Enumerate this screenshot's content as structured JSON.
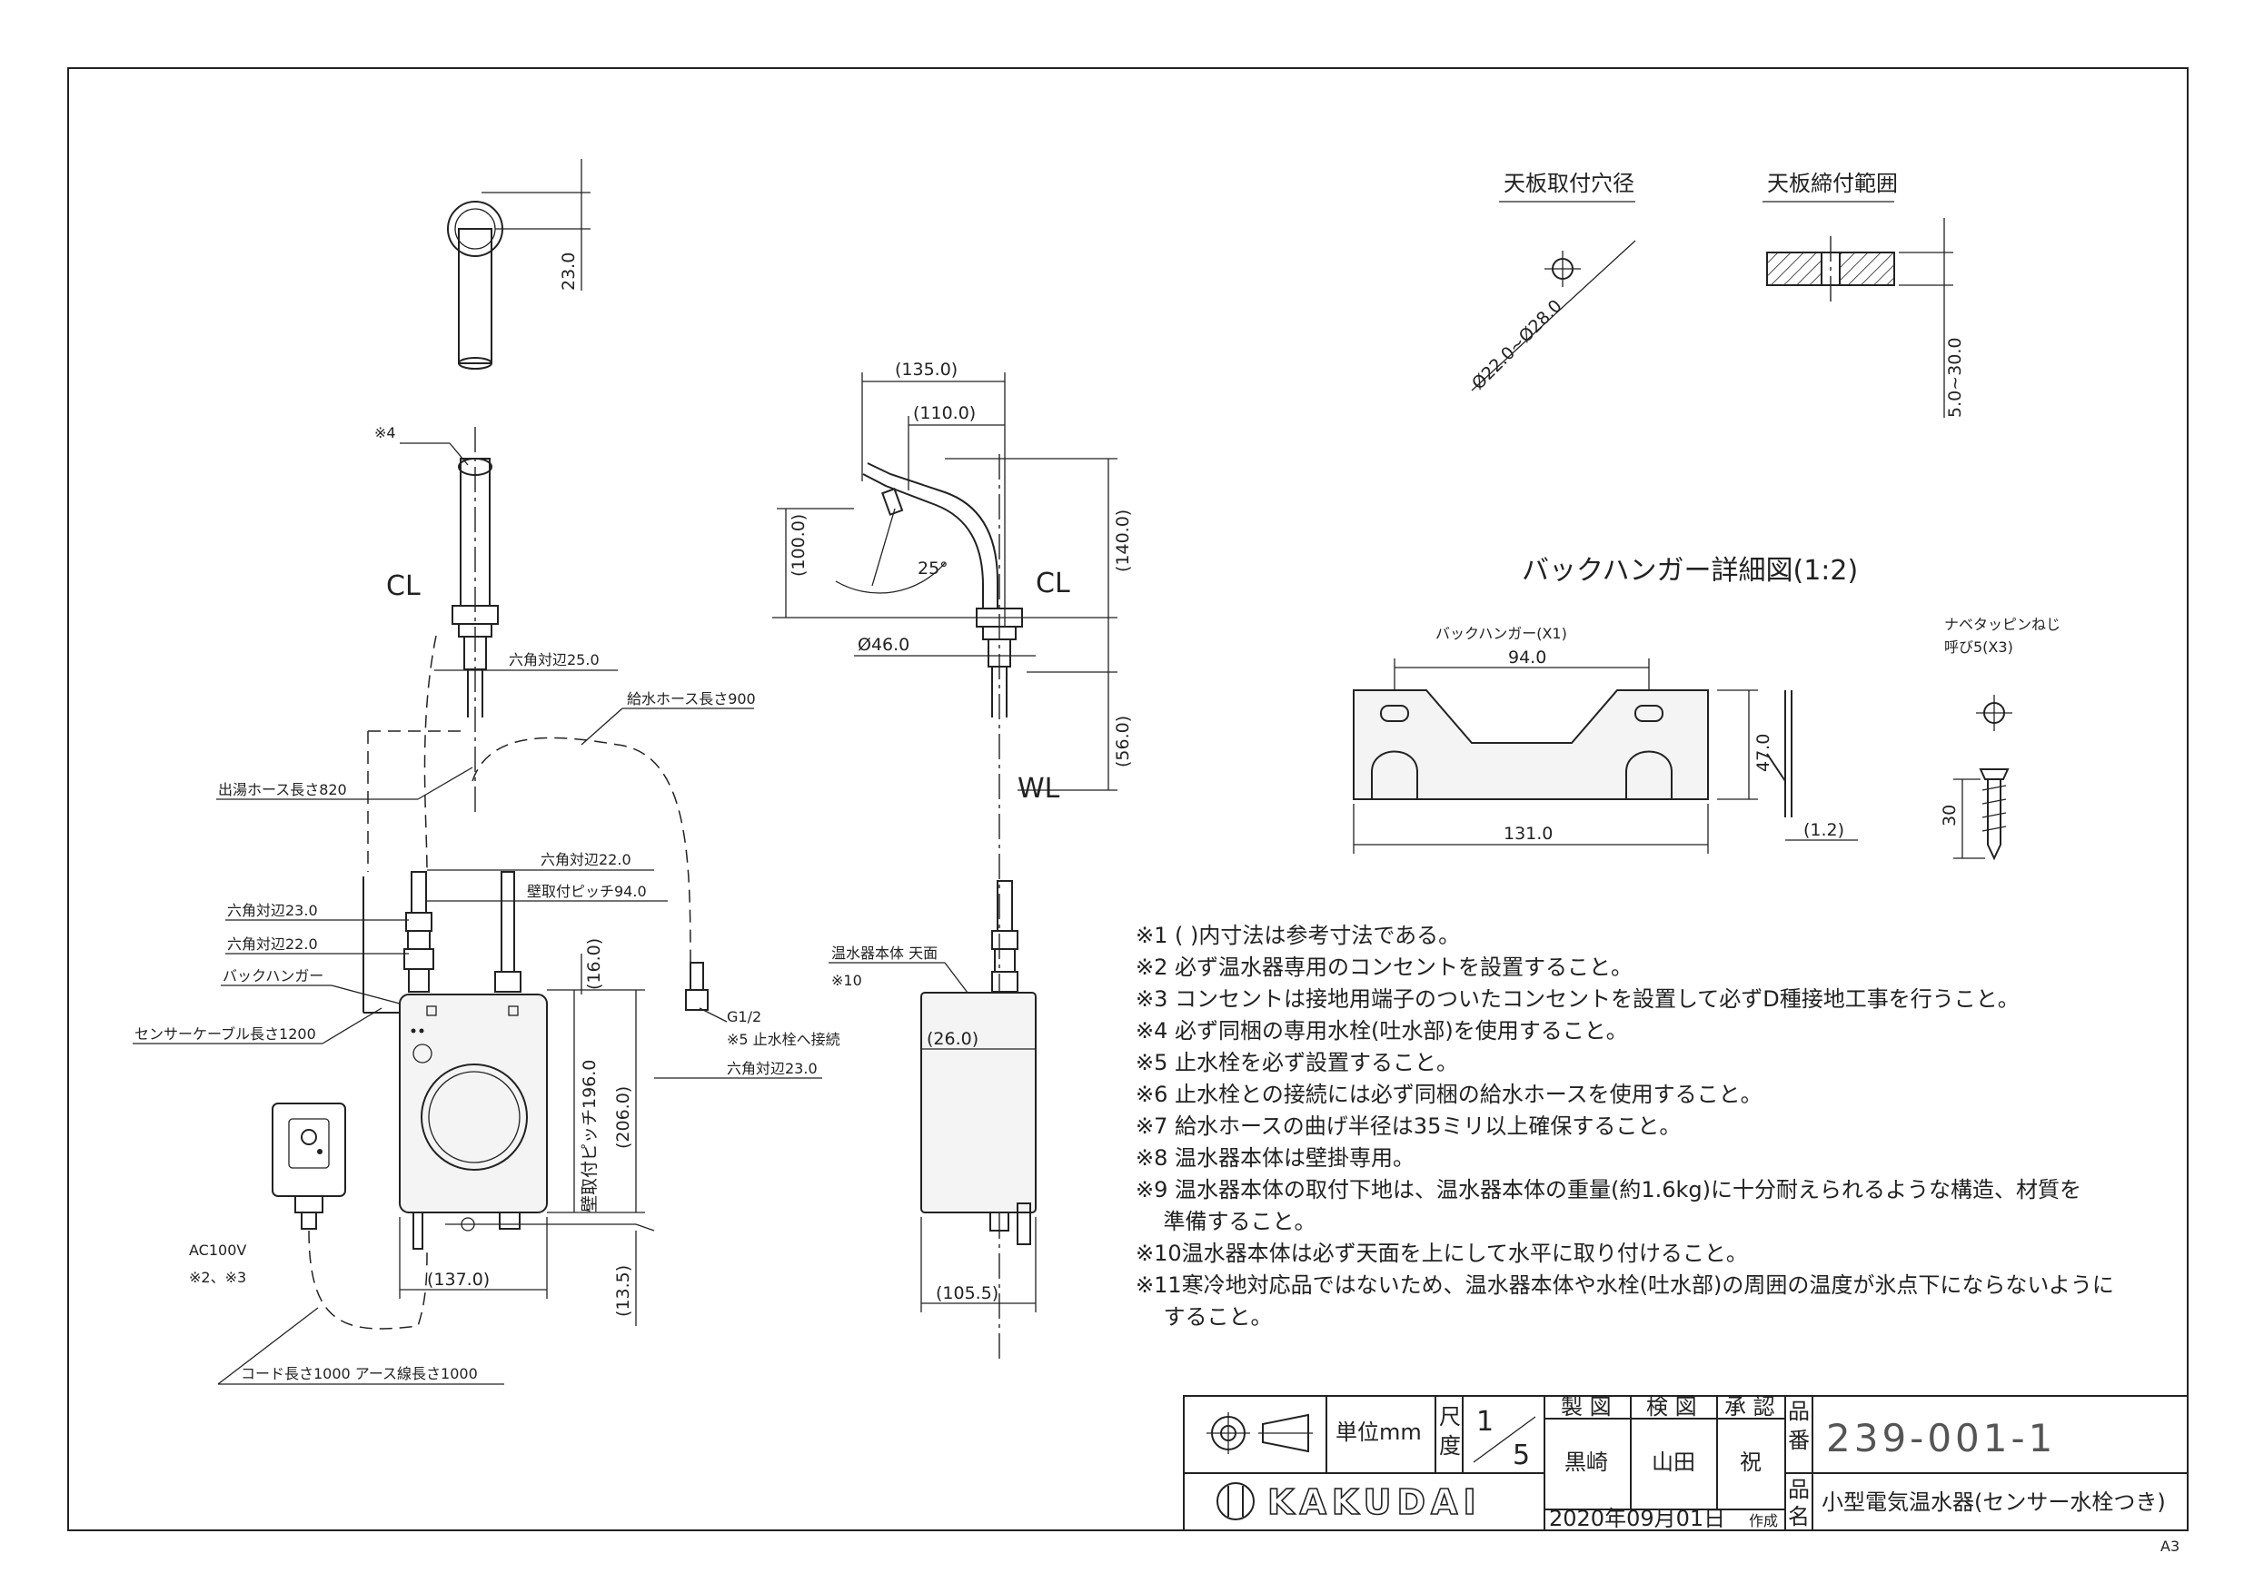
{
  "views": {
    "top": {
      "dim_spout": "23.0"
    },
    "front": {
      "note_ref": "※4",
      "cl": "CL",
      "hex25": "六角対辺25.0",
      "supply_hose": "給水ホース長さ900",
      "hot_hose": "出湯ホース長さ820",
      "hex22_top": "六角対辺22.0",
      "wall_pitch": "壁取付ピッチ94.0",
      "hex23_left": "六角対辺23.0",
      "hex22_left": "六角対辺22.0",
      "back_hanger": "バックハンガー",
      "sensor_cable": "センサーケーブル長さ1200",
      "g12": "G1/2",
      "stop_note": "※5 止水栓へ接続",
      "hex23_right": "六角対辺23.0",
      "d16": "(16.0)",
      "d196": "壁取付ピッチ196.0",
      "d206": "(206.0)",
      "d137": "(137.0)",
      "d135": "(13.5)",
      "ac": "AC100V",
      "ac_note": "※2、※3",
      "cord": "コード長さ1000  アース線長さ1000"
    },
    "side": {
      "d135": "(135.0)",
      "d110": "(110.0)",
      "d100": "(100.0)",
      "d140": "(140.0)",
      "angle": "25°",
      "cl": "CL",
      "dia46": "Ø46.0",
      "d56": "(56.0)",
      "wl": "WL",
      "heater_top": "温水器本体  天面",
      "heater_ref": "※10",
      "d26": "(26.0)",
      "d1055": "(105.5)"
    }
  },
  "details": {
    "hole_title": "天板取付穴径",
    "hole_dim": "Ø22.0~Ø28.0",
    "clamp_title": "天板締付範囲",
    "clamp_dim": "5.0~30.0",
    "hanger_title": "バックハンガー詳細図(1:2)",
    "hanger_label": "バックハンガー(X1)",
    "hanger_w": "94.0",
    "hanger_total": "131.0",
    "hanger_h": "47.0",
    "hanger_t": "(1.2)",
    "screw_label": "ナベタッピンねじ",
    "screw_label2": "呼び5(X3)",
    "screw_len": "30"
  },
  "notes": [
    "※1 ( )内寸法は参考寸法である。",
    "※2 必ず温水器専用のコンセントを設置すること。",
    "※3 コンセントは接地用端子のついたコンセントを設置して必ずD種接地工事を行うこと。",
    "※4 必ず同梱の専用水栓(吐水部)を使用すること。",
    "※5 止水栓を必ず設置すること。",
    "※6 止水栓との接続には必ず同梱の給水ホースを使用すること。",
    "※7 給水ホースの曲げ半径は35ミリ以上確保すること。",
    "※8 温水器本体は壁掛専用。",
    "※9 温水器本体の取付下地は、温水器本体の重量(約1.6kg)に十分耐えられるような構造、材質を",
    "    準備すること。",
    "※10温水器本体は必ず天面を上にして水平に取り付けること。",
    "※11寒冷地対応品ではないため、温水器本体や水栓(吐水部)の周囲の温度が氷点下にならないように",
    "    すること。"
  ],
  "title_block": {
    "unit": "単位mm",
    "scale_label1": "尺",
    "scale_label2": "度",
    "scale_num": "1",
    "scale_den": "5",
    "made": "製 図",
    "checked": "検 図",
    "approved": "承 認",
    "made_name": "黒崎",
    "checked_name": "山田",
    "approved_name": "祝",
    "part_no_l1": "品",
    "part_no_l2": "番",
    "part_no": "239-001-1",
    "name_l1": "品",
    "name_l2": "名",
    "name": "小型電気温水器(センサー水栓つき)",
    "brand": "KAKUDAI",
    "date": "2020年09月01日",
    "created": "作成"
  },
  "sheet_size": "A3"
}
